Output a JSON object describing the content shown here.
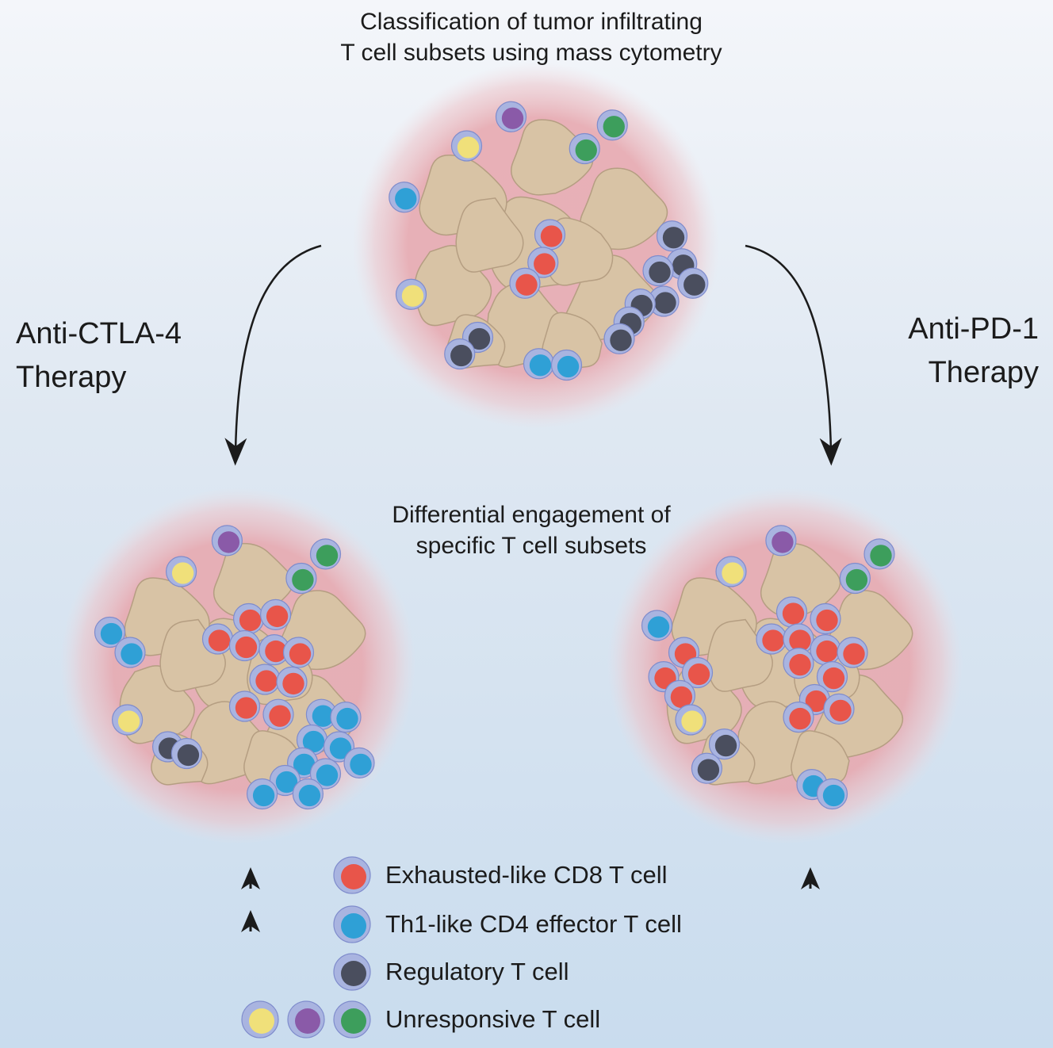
{
  "captions": {
    "top": "Classification of tumor infiltrating\nT cell subsets using mass cytometry",
    "middle": "Differential engagement of\nspecific T cell subsets"
  },
  "therapies": {
    "left": "Anti-CTLA-4\nTherapy",
    "right": "Anti-PD-1\nTherapy"
  },
  "legend": [
    {
      "label": "Exhausted-like CD8 T cell",
      "colors": [
        "#e8554a"
      ]
    },
    {
      "label": "Th1-like CD4 effector T cell",
      "colors": [
        "#2fa0d6"
      ]
    },
    {
      "label": "Regulatory T cell",
      "colors": [
        "#4a4e5e"
      ]
    },
    {
      "label": "Unresponsive T cell",
      "colors": [
        "#f0e07a",
        "#8a5aa8",
        "#3d9e5c"
      ]
    }
  ],
  "increase_indicators": {
    "left": [
      "Exhausted-like CD8 T cell",
      "Th1-like CD4 effector T cell"
    ],
    "right": [
      "Exhausted-like CD8 T cell"
    ]
  },
  "colors": {
    "exhausted_cd8": "#e8554a",
    "th1_cd4": "#2fa0d6",
    "regulatory": "#4a4e5e",
    "unresponsive_yellow": "#f0e07a",
    "unresponsive_purple": "#8a5aa8",
    "unresponsive_green": "#3d9e5c",
    "tumor_cell": "#d8c3a5",
    "tumor_halo": "#e9b3b8",
    "cell_ring": "#a9b4e0"
  }
}
